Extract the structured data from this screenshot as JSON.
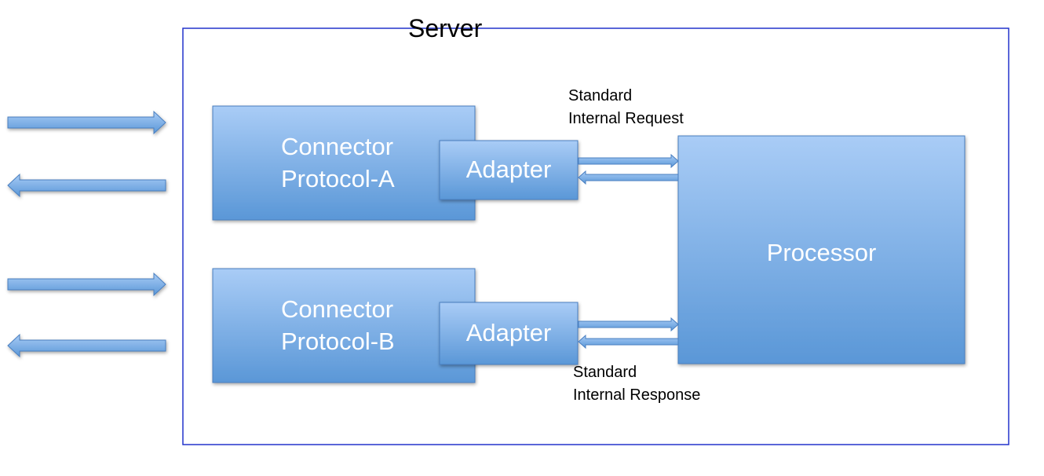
{
  "server": {
    "title": "Server"
  },
  "connectors": [
    {
      "line1": "Connector",
      "line2": "Protocol-A",
      "adapter": "Adapter"
    },
    {
      "line1": "Connector",
      "line2": "Protocol-B",
      "adapter": "Adapter"
    }
  ],
  "processor": {
    "label": "Processor"
  },
  "annotations": {
    "request": {
      "line1": "Standard",
      "line2": "Internal Request"
    },
    "response": {
      "line1": "Standard",
      "line2": "Internal Response"
    }
  },
  "colors": {
    "box_fill_top": "#a9ccf6",
    "box_fill_bottom": "#5a97d7",
    "box_stroke": "#4a7fc0",
    "server_border": "#2233cc",
    "text_on_box": "#ffffff"
  }
}
